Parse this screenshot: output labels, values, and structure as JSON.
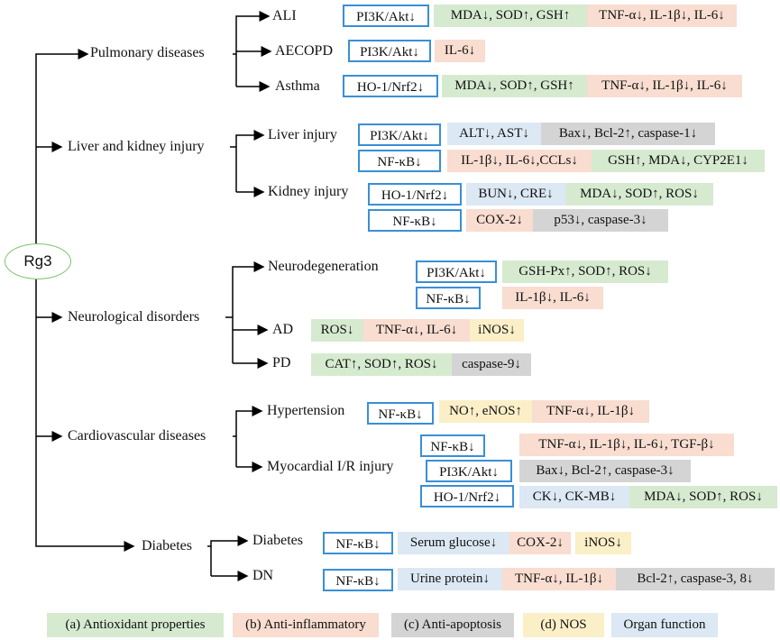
{
  "root": "Rg3",
  "categories": {
    "pulmonary": "Pulmonary diseases",
    "liver_kidney": "Liver and kidney injury",
    "neuro": "Neurological disorders",
    "cardio": "Cardiovascular diseases",
    "diabetes": "Diabetes"
  },
  "diseases": {
    "ali": "ALI",
    "aecopd": "AECOPD",
    "asthma": "Asthma",
    "liver": "Liver injury",
    "kidney": "Kidney injury",
    "neurodeg": "Neurodegeneration",
    "ad": "AD",
    "pd": "PD",
    "hypertension": "Hypertension",
    "myocardial": "Myocardial I/R injury",
    "diabetes": "Diabetes",
    "dn": "DN"
  },
  "pathways": {
    "pi3k_akt": "PI3K/Akt↓",
    "ho1_nrf2": "HO-1/Nrf2↓",
    "nfkb": "NF-κB↓"
  },
  "markers": {
    "ali_green": "MDA↓, SOD↑, GSH↑",
    "ali_orange": "TNF-α↓, IL-1β↓, IL-6↓",
    "aecopd_orange": "IL-6↓",
    "asthma_green": "MDA↓, SOD↑, GSH↑",
    "asthma_orange": "TNF-α↓, IL-1β↓, IL-6↓",
    "liver_blue": "ALT↓, AST↓",
    "liver_gray": "Bax↓, Bcl-2↑, caspase-1↓",
    "liver_orange": "IL-1β↓, IL-6↓,CCLs↓",
    "liver_green": "GSH↑, MDA↓, CYP2E1↓",
    "kidney_blue": "BUN↓, CRE↓",
    "kidney_green": "MDA↓, SOD↑, ROS↓",
    "kidney_orange": "COX-2↓",
    "kidney_gray": "p53↓, caspase-3↓",
    "neuro_green": "GSH-Px↑, SOD↑, ROS↓",
    "neuro_orange": "IL-1β↓, IL-6↓",
    "ad_green": "ROS↓",
    "ad_orange": "TNF-α↓, IL-6↓",
    "ad_yellow": "iNOS↓",
    "pd_green": "CAT↑, SOD↑, ROS↓",
    "pd_gray": "caspase-9↓",
    "hyp_yellow": "NO↑, eNOS↑",
    "hyp_orange": "TNF-α↓, IL-1β↓",
    "myo_orange": "TNF-α↓, IL-1β↓, IL-6↓, TGF-β↓",
    "myo_gray": "Bax↓, Bcl-2↑, caspase-3↓",
    "myo_blue": "CK↓, CK-MB↓",
    "myo_green": "MDA↓, SOD↑, ROS↓",
    "diab_blue": "Serum glucose↓",
    "diab_orange": "COX-2↓",
    "diab_yellow": "iNOS↓",
    "dn_blue": "Urine protein↓",
    "dn_orange": "TNF-α↓, IL-1β↓",
    "dn_gray": "Bcl-2↑, caspase-3, 8↓"
  },
  "legend": {
    "antioxidant": "(a) Antioxidant properties",
    "anti_inflammatory": "(b) Anti-inflammatory",
    "anti_apoptosis": "(c) Anti-apoptosis",
    "nos": "(d) NOS",
    "organ": "Organ function"
  },
  "colors": {
    "antioxidant": "#d6ead0",
    "anti_inflammatory": "#f8ddd0",
    "anti_apoptosis": "#d4d4d4",
    "nos": "#fbefc8",
    "organ": "#dce8f3",
    "pathway_border": "#3a8fd6",
    "root_border": "#7cc36b"
  }
}
